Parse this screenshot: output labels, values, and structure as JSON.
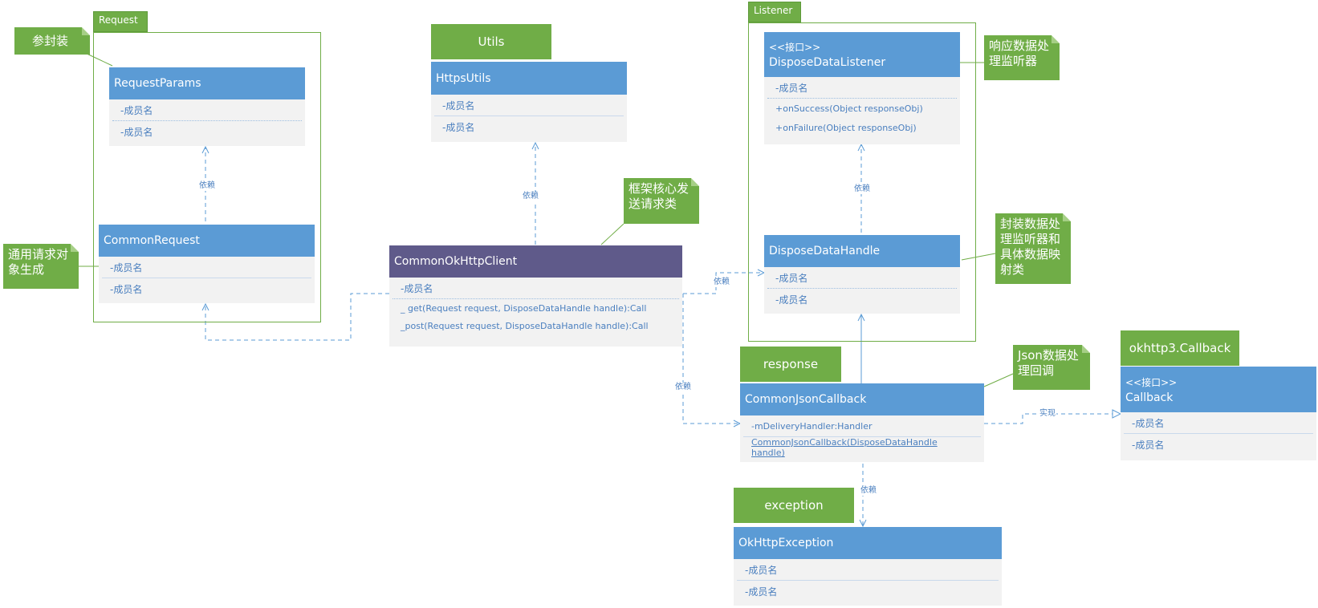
{
  "packages": {
    "request": "Request",
    "utils": "Utils",
    "listener": "Listener",
    "response": "response",
    "okhttp3": "okhttp3.Callback",
    "exception": "exception"
  },
  "classes": {
    "request_params": {
      "name": "RequestParams",
      "members": [
        "-成员名",
        "-成员名"
      ]
    },
    "common_request": {
      "name": "CommonRequest",
      "members": [
        "-成员名",
        "-成员名"
      ]
    },
    "https_utils": {
      "name": "HttpsUtils",
      "members": [
        "-成员名",
        "-成员名"
      ]
    },
    "common_okhttp_client": {
      "name": "CommonOkHttpClient",
      "members": [
        "-成员名"
      ],
      "methods": [
        "_ get(Request request, DisposeDataHandle handle):Call",
        "_post(Request request, DisposeDataHandle handle):Call"
      ]
    },
    "dispose_data_listener": {
      "stereotype": "<<接口>>",
      "name": "DisposeDataListener",
      "members": [
        "-成员名"
      ],
      "methods": [
        "+onSuccess(Object responseObj)",
        "+onFailure(Object responseObj)"
      ]
    },
    "dispose_data_handle": {
      "name": "DisposeDataHandle",
      "members": [
        "-成员名",
        "-成员名"
      ]
    },
    "common_json_callback": {
      "name": "CommonJsonCallback",
      "members": [
        "-mDeliveryHandler:Handler"
      ],
      "methods": [
        "CommonJsonCallback(DisposeDataHandle handle)"
      ]
    },
    "callback": {
      "stereotype": "<<接口>>",
      "name": "Callback",
      "members": [
        "-成员名",
        "-成员名"
      ]
    },
    "okhttp_exception": {
      "name": "OkHttpException",
      "members": [
        "-成员名",
        "-成员名"
      ]
    }
  },
  "notes": {
    "params": "参封装",
    "common_request": "通用请求对象生成",
    "core": "框架核心发送请求类",
    "listener": "响应数据处理监听器",
    "handle": "封装数据处理监听器和具体数据映射类",
    "json": "Json数据处理回调"
  },
  "connectors": {
    "depend": "依赖",
    "realize": "实现"
  },
  "colors": {
    "package_green": "#70ad47",
    "class_header": "#5b9bd5",
    "core_header": "#5f5a8a",
    "class_body": "#f2f2f2",
    "connector": "#5b9bd5"
  }
}
